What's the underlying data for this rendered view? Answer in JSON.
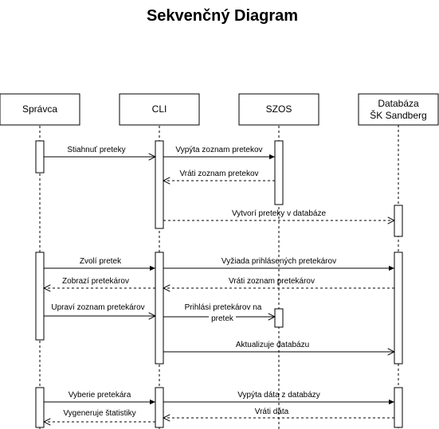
{
  "title": "Sekvenčný Diagram",
  "participants": [
    {
      "id": "spravca",
      "lines": [
        "Správca"
      ]
    },
    {
      "id": "cli",
      "lines": [
        "CLI"
      ]
    },
    {
      "id": "szos",
      "lines": [
        "SZOS"
      ]
    },
    {
      "id": "db",
      "lines": [
        "Databáza",
        "ŠK Sandberg"
      ]
    }
  ],
  "messages": [
    {
      "label": "Stiahnuť preteky",
      "kind": "call"
    },
    {
      "label": "Vypýta zoznam pretekov",
      "kind": "call"
    },
    {
      "label": "Vráti zoznam pretekov",
      "kind": "return"
    },
    {
      "label": "Vytvorí preteky v databáze",
      "kind": "return"
    },
    {
      "label": "Zvolí pretek",
      "kind": "call"
    },
    {
      "label": "Vyžiada prihlásených pretekárov",
      "kind": "call"
    },
    {
      "label": "Vráti zoznam pretekárov",
      "kind": "return"
    },
    {
      "label": "Zobrazí pretekárov",
      "kind": "return"
    },
    {
      "label": "Upraví zoznam pretekárov",
      "kind": "call"
    },
    {
      "label_lines": [
        "Prihlási pretekárov na",
        "pretek"
      ],
      "kind": "call"
    },
    {
      "label": "Aktualizuje databázu",
      "kind": "call"
    },
    {
      "label": "Vyberie pretekára",
      "kind": "call"
    },
    {
      "label": "Vypýta dáta z databázy",
      "kind": "call"
    },
    {
      "label": "Vráti dáta",
      "kind": "return"
    },
    {
      "label": "Vygeneruje štatistiky",
      "kind": "return"
    }
  ]
}
